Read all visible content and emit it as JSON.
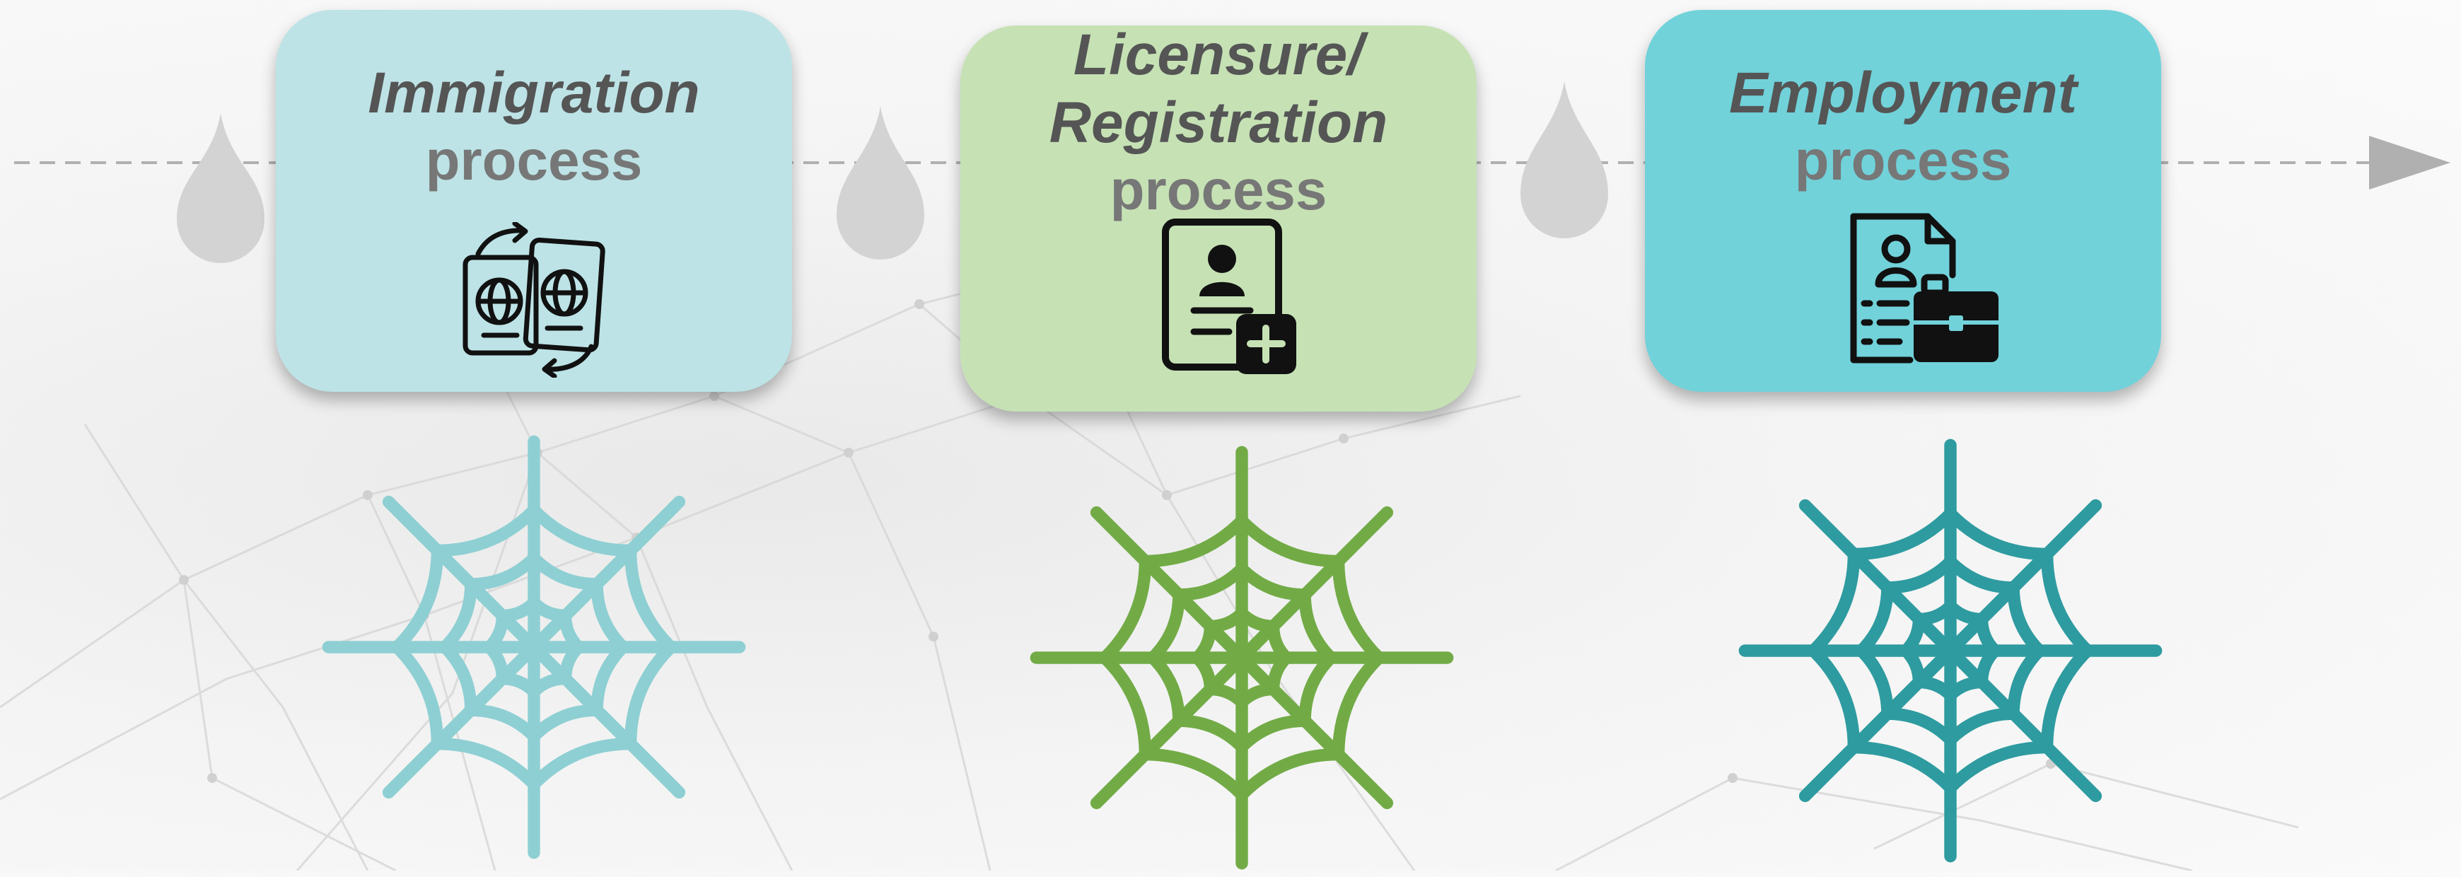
{
  "stages": [
    {
      "title": "Immigration",
      "subtitle": "process",
      "icon": "passport-exchange-icon",
      "card_color": "#bde3e6",
      "web_color": "#8ecfd3"
    },
    {
      "title_line1": "Licensure/",
      "title_line2": "Registration",
      "subtitle": "process",
      "icon": "credential-document-add-icon",
      "card_color": "#c6e2b5",
      "web_color": "#72ab46"
    },
    {
      "title": "Employment",
      "subtitle": "process",
      "icon": "resume-briefcase-icon",
      "card_color": "#71d2da",
      "web_color": "#2e9ba0"
    }
  ],
  "timeline": {
    "arrow_color": "#b0b0b0",
    "drop_color": "#d3d3d3"
  }
}
